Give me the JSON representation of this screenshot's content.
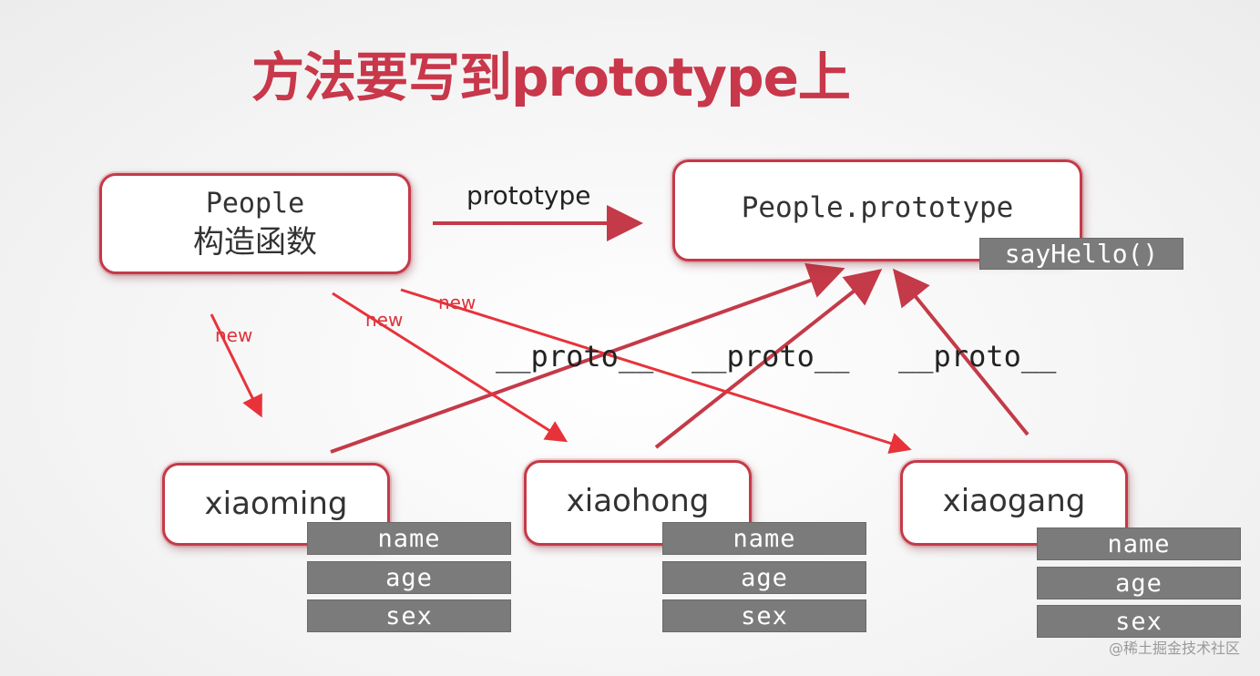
{
  "title": "方法要写到prototype上",
  "constructor_node": {
    "line1": "People",
    "line2": "构造函数"
  },
  "prototype_node": {
    "label": "People.prototype",
    "method": "sayHello()"
  },
  "edge_labels": {
    "prototype": "prototype",
    "proto_1": "__proto__",
    "proto_2": "__proto__",
    "proto_3": "__proto__",
    "new_1": "new",
    "new_2": "new",
    "new_3": "new"
  },
  "instances": [
    {
      "name": "xiaoming",
      "props": [
        "name",
        "age",
        "sex"
      ]
    },
    {
      "name": "xiaohong",
      "props": [
        "name",
        "age",
        "sex"
      ]
    },
    {
      "name": "xiaogang",
      "props": [
        "name",
        "age",
        "sex"
      ]
    }
  ],
  "watermark": "@稀土掘金技术社区",
  "colors": {
    "title": "#c8374a",
    "node_border": "#c43a48",
    "arrow_dark": "#c43a48",
    "arrow_new": "#e8323a",
    "tag_bg": "#7b7b7b"
  }
}
